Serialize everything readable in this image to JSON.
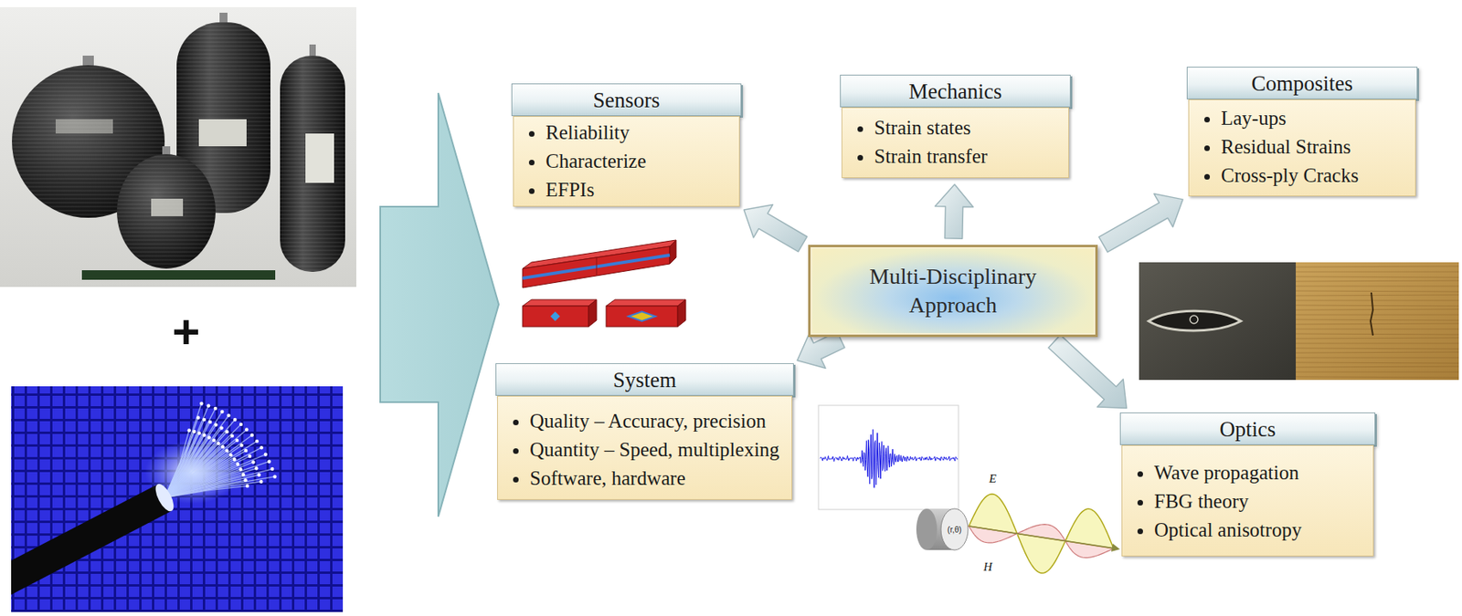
{
  "diagram": {
    "nodes": [
      {
        "text": [
          "Sensors",
          "Reliability",
          "Characterize",
          "EFPIs"
        ]
      },
      {
        "text": [
          "Mechanics",
          "Strain states",
          "Strain transfer"
        ]
      },
      {
        "text": [
          "Composites",
          "Lay-ups",
          "Residual Strains",
          "Cross-ply Cracks"
        ]
      },
      {
        "text": [
          "Multi-Disciplinary Approach"
        ]
      },
      {
        "text": [
          "System",
          "Quality – Accuracy, precision",
          "Quantity – Speed, multiplexing",
          "Software, hardware"
        ]
      },
      {
        "text": [
          "Optics",
          "Wave propagation",
          "FBG theory",
          "Optical anisotropy"
        ]
      }
    ],
    "edges": [
      {
        "from": 3,
        "to": 0,
        "arrow": "to"
      },
      {
        "from": 3,
        "to": 1,
        "arrow": "to"
      },
      {
        "from": 3,
        "to": 2,
        "arrow": "to"
      },
      {
        "from": 3,
        "to": 4,
        "arrow": "to"
      },
      {
        "from": 3,
        "to": 5,
        "arrow": "to"
      }
    ],
    "labels": [
      "+",
      "E",
      "H",
      "(r,θ)"
    ]
  }
}
